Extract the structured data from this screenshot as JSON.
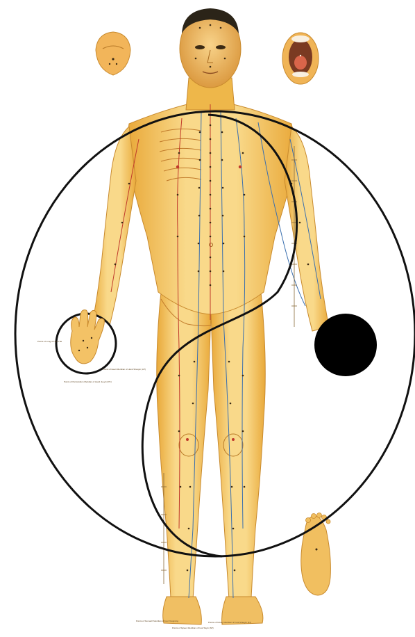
{
  "figure": {
    "kind": "acupuncture meridian chart with yin-yang overlay",
    "colors": {
      "skin_light": "#f9d98a",
      "skin_mid": "#eeb74a",
      "skin_shadow": "#d08a2a",
      "meridian_blue": "#3a6fae",
      "meridian_red": "#c0392b",
      "point_dark": "#3b2a14",
      "hair": "#2b2418",
      "yin_yang_line": "#111111",
      "yin_dot": "#000000",
      "background": "#ffffff"
    },
    "icons": [
      "tongue-icon",
      "open-mouth-icon",
      "foot-sole-icon",
      "hand-palm-icon"
    ],
    "captions": {
      "hand_label_a": "Points of Lung of Hand Tai",
      "hand_label_b": "Points of Pericardium Meridian of Hand Jueyin (PC)",
      "hand_label_c": "Points of Heart Meridian of Hand Shaoyin (HT)",
      "foot_label_a": "Points of Stomach Meridian of Foot Yangming",
      "foot_label_b": "Points of Spleen Meridian of Foot Taiyin (SP)",
      "foot_label_c": "Points of Kidney Meridian of Foot Shaoyin (KI)"
    }
  }
}
